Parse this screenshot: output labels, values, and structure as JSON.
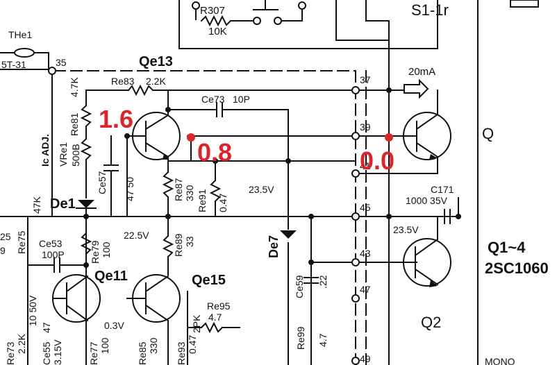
{
  "labels": {
    "r307": "R307",
    "r307_val": "10K",
    "switch_ref": "S1-1r",
    "thermistor": "THe1",
    "thermistor_val": "5T-31",
    "node35": "35",
    "qe13": "Qe13",
    "re83": "Re83",
    "re83_val": "2.2K",
    "re81": "Re81",
    "re81_val": "4.7K",
    "ic_adj": "Ic ADJ.",
    "vre1": "VRe1",
    "vre1_val": "500B",
    "ce73": "Ce73",
    "ce73_val": "10P",
    "ce57": "Ce57",
    "ce57_val": "47 50",
    "re87": "Re87",
    "re87_val": "330",
    "re91": "Re91",
    "re91_val": "0.47",
    "v23_5a": "23.5V",
    "v23_5b": "23.5V",
    "de1": "De1",
    "de7": "De7",
    "re79": "Re79",
    "re79_val": "100",
    "re75": "Re75",
    "r47k": "47K",
    "ce53": "Ce53",
    "ce53_val": "100P",
    "v22_5": "22.5V",
    "re89": "Re89",
    "re89_val": "33",
    "qe11": "Qe11",
    "qe15": "Qe15",
    "re95": "Re95",
    "re95_val": "4.7",
    "r2pk": "2PK",
    "ce59": "Ce59",
    "ce59_val": ".22",
    "re99": "Re99",
    "re99_val": "4.7",
    "re73": "Re73",
    "re73_val": "2.2K",
    "ce55": "Ce55",
    "ce55_val": "47",
    "v3_15": "3.15V",
    "re77": "Re77",
    "re77_val": "100",
    "re85": "Re85",
    "re85_val": "330",
    "re93": "Re93",
    "re93_val": "0.47",
    "v0_3": "0.3V",
    "v10_50": "10 50V",
    "node37": "37",
    "node39": "39",
    "node41": "41",
    "node45": "45",
    "node43": "43",
    "node47": "47",
    "node49": "49",
    "current_20ma": "20mA",
    "c171": "C171",
    "c171_val": "1000 35V",
    "q_top": "Q",
    "q1_4": "Q1~4",
    "part_no": "2SC1060",
    "q2": "Q2",
    "mono": "MONO",
    "left_25": "25",
    "left_9": "9"
  },
  "annotations": {
    "v1": "1.6",
    "v2": "0.8",
    "v3": "0.0"
  },
  "colors": {
    "ink": "#111111",
    "annotation": "#d9262b",
    "background": "#ffffff"
  }
}
